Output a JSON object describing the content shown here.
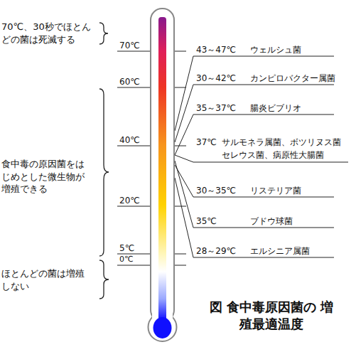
{
  "diagram": {
    "caption": "図 食中毒原因菌の 増殖最適温度",
    "labels": [
      "70℃、30秒でほとんどの菌は死滅する",
      "食中毒の原因菌をはじめとした微生物が増殖できる",
      "ほとんどの菌は増殖しない",
      "70℃",
      "60℃",
      "40℃",
      "20℃",
      "5℃",
      "0℃",
      "43～47℃",
      "ウェルシュ菌",
      "30～42℃",
      "カンピロバクター属菌",
      "35～37℃",
      "腸炎ビブリオ",
      "37℃",
      "サルモネラ属菌、ボツリヌス菌",
      "セレウス菌、病原性大腸菌",
      "30～35℃",
      "リステリア菌",
      "35℃",
      "ブドウ球菌",
      "28～29℃",
      "エルシニア属菌"
    ]
  }
}
